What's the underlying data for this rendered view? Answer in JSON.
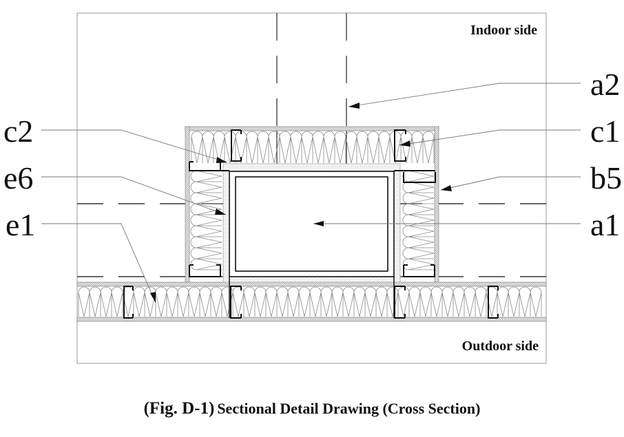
{
  "figure": {
    "caption_prefix": "(Fig. D-1)",
    "caption_text": "Sectional Detail Drawing (Cross Section)"
  },
  "zones": {
    "indoor": "Indoor side",
    "outdoor": "Outdoor side"
  },
  "callouts": {
    "left": [
      {
        "id": "c2",
        "label": "c2"
      },
      {
        "id": "e6",
        "label": "e6"
      },
      {
        "id": "e1",
        "label": "e1"
      }
    ],
    "right": [
      {
        "id": "a2",
        "label": "a2"
      },
      {
        "id": "c1",
        "label": "c1"
      },
      {
        "id": "b5",
        "label": "b5"
      },
      {
        "id": "a1",
        "label": "a1"
      }
    ]
  },
  "colors": {
    "line": "#111111",
    "leader": "#777777",
    "frame": "#999999",
    "board": "#bdbdbd",
    "insulation": "#8a8a8a"
  }
}
